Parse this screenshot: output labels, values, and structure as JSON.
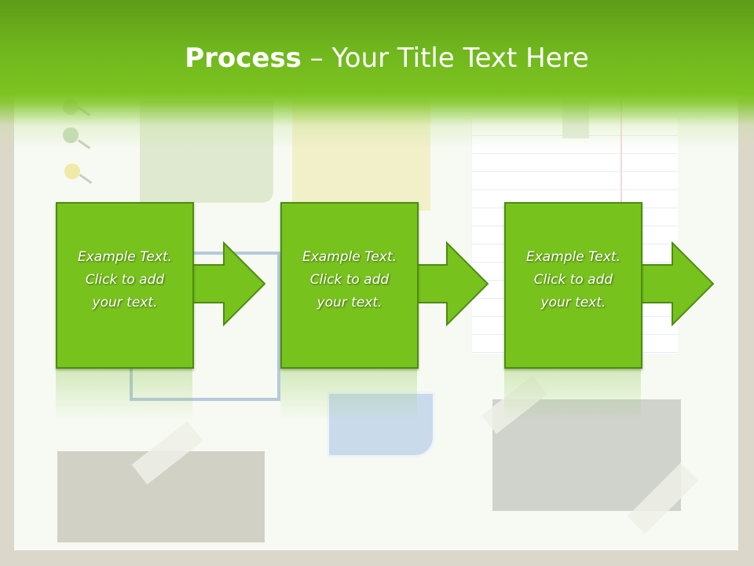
{
  "slide": {
    "title_bold": "Process",
    "title_rest": "– Your Title Text Here"
  },
  "steps": [
    {
      "text": "Example Text.\nClick  to add\nyour text."
    },
    {
      "text": "Example Text.\nClick  to add\nyour text."
    },
    {
      "text": "Example Text.\nClick  to add\nyour text."
    }
  ],
  "colors": {
    "header_green": "#6fb51d",
    "box_green": "#78c21e",
    "box_border": "#4d8c12",
    "text": "#ffffff"
  }
}
